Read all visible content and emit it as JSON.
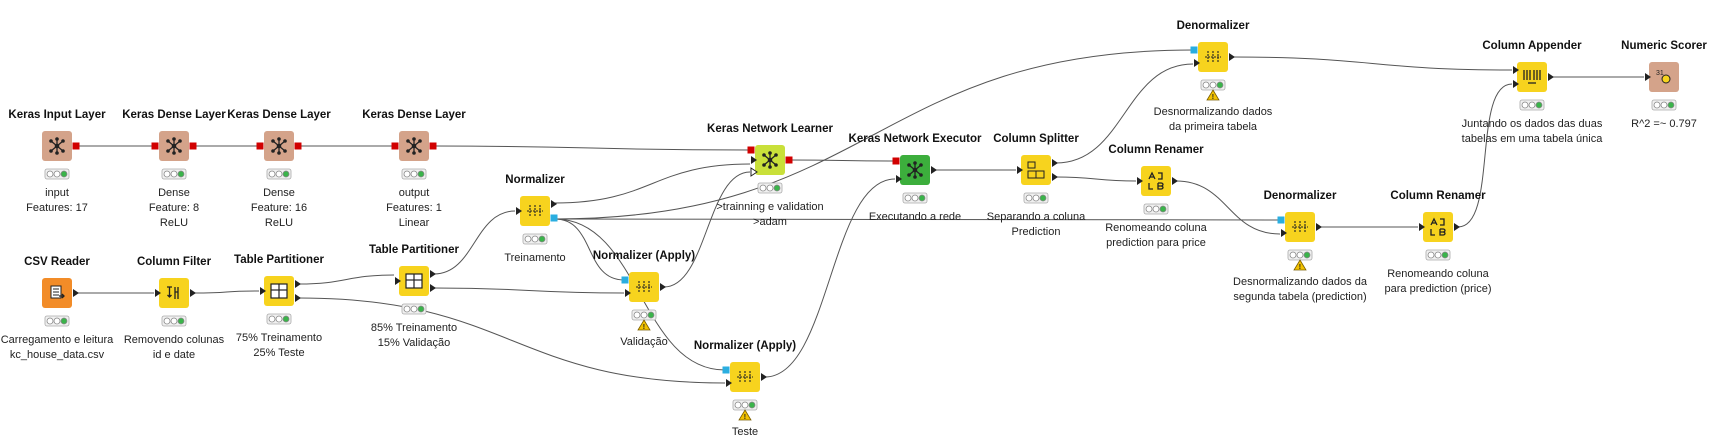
{
  "nodes": {
    "input_layer": {
      "title": "Keras Input Layer",
      "desc": [
        "input",
        "Features: 17"
      ]
    },
    "dense1": {
      "title": "Keras Dense Layer",
      "desc": [
        "Dense",
        "Feature: 8",
        "ReLU"
      ]
    },
    "dense2": {
      "title": "Keras Dense Layer",
      "desc": [
        "Dense",
        "Feature: 16",
        "ReLU"
      ]
    },
    "dense3": {
      "title": "Keras Dense Layer",
      "desc": [
        "output",
        "Features: 1",
        "Linear"
      ]
    },
    "csv_reader": {
      "title": "CSV Reader",
      "desc": [
        "Carregamento e leitura",
        "kc_house_data.csv"
      ]
    },
    "col_filter": {
      "title": "Column Filter",
      "desc": [
        "Removendo colunas",
        "id e date"
      ]
    },
    "part1": {
      "title": "Table Partitioner",
      "desc": [
        "75% Treinamento",
        "25% Teste"
      ]
    },
    "part2": {
      "title": "Table Partitioner",
      "desc": [
        "85% Treinamento",
        "15% Validação"
      ]
    },
    "normalizer": {
      "title": "Normalizer",
      "desc": [
        "Treinamento"
      ]
    },
    "norm_apply1": {
      "title": "Normalizer (Apply)",
      "desc": [
        "Validação"
      ]
    },
    "norm_apply2": {
      "title": "Normalizer (Apply)",
      "desc": [
        "Teste"
      ]
    },
    "learner": {
      "title": "Keras Network Learner",
      "desc": [
        ">trainning e validation",
        ">adam"
      ]
    },
    "executor": {
      "title": "Keras Network Executor",
      "desc": [
        "Executando a rede"
      ]
    },
    "splitter": {
      "title": "Column Splitter",
      "desc": [
        "Separando a coluna",
        "Prediction"
      ]
    },
    "renamer1": {
      "title": "Column Renamer",
      "desc": [
        "Renomeando coluna",
        "prediction para price"
      ]
    },
    "denorm1": {
      "title": "Denormalizer",
      "desc": [
        "Desnormalizando dados",
        "da primeira tabela"
      ]
    },
    "denorm2": {
      "title": "Denormalizer",
      "desc": [
        "Desnormalizando dados da",
        "segunda tabela (prediction)"
      ]
    },
    "renamer2": {
      "title": "Column Renamer",
      "desc": [
        "Renomeando coluna",
        "para prediction (price)"
      ]
    },
    "appender": {
      "title": "Column Appender",
      "desc": [
        "Juntando os dados das duas",
        "tabelas em uma tabela única"
      ]
    },
    "scorer": {
      "title": "Numeric Scorer",
      "desc": [
        "R^2 =~ 0.797"
      ]
    }
  },
  "colors": {
    "keras_layer": "#d4a38a",
    "manipulator": "#f7d31e",
    "source": "#f28c28",
    "learner": "#c9e03a",
    "predictor": "#3cae3c",
    "port_keras": "#d10000",
    "port_model": "#2aaee0",
    "connection": "#555555",
    "status_green": "#3ab44a",
    "warning": "#f2c200"
  },
  "connections": [
    [
      "input_layer",
      "dense1"
    ],
    [
      "dense1",
      "dense2"
    ],
    [
      "dense2",
      "dense3"
    ],
    [
      "dense3",
      "learner"
    ],
    [
      "csv_reader",
      "col_filter"
    ],
    [
      "col_filter",
      "part1"
    ],
    [
      "part1",
      "part2"
    ],
    [
      "part1",
      "norm_apply2"
    ],
    [
      "part2",
      "normalizer"
    ],
    [
      "part2",
      "norm_apply1"
    ],
    [
      "normalizer",
      "learner"
    ],
    [
      "norm_apply1",
      "learner"
    ],
    [
      "normalizer",
      "norm_apply1"
    ],
    [
      "normalizer",
      "norm_apply2"
    ],
    [
      "normalizer",
      "denorm1"
    ],
    [
      "normalizer",
      "denorm2"
    ],
    [
      "learner",
      "executor"
    ],
    [
      "norm_apply2",
      "executor"
    ],
    [
      "executor",
      "splitter"
    ],
    [
      "splitter",
      "denorm1"
    ],
    [
      "splitter",
      "renamer1"
    ],
    [
      "renamer1",
      "denorm2"
    ],
    [
      "denorm1",
      "appender"
    ],
    [
      "denorm2",
      "renamer2"
    ],
    [
      "renamer2",
      "appender"
    ],
    [
      "appender",
      "scorer"
    ]
  ]
}
